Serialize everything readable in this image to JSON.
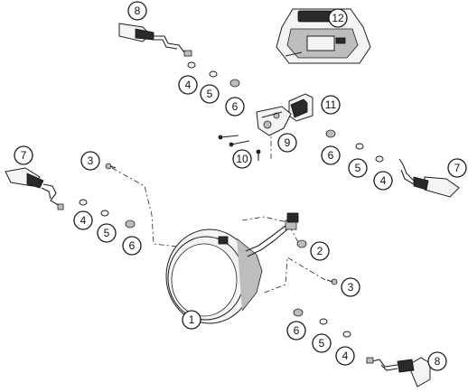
{
  "callouts": [
    {
      "id": "c1",
      "label": "1"
    },
    {
      "id": "c2",
      "label": "2"
    },
    {
      "id": "c3a",
      "label": "3"
    },
    {
      "id": "c3b",
      "label": "3"
    },
    {
      "id": "c4a",
      "label": "4"
    },
    {
      "id": "c4b",
      "label": "4"
    },
    {
      "id": "c4c",
      "label": "4"
    },
    {
      "id": "c4d",
      "label": "4"
    },
    {
      "id": "c5a",
      "label": "5"
    },
    {
      "id": "c5b",
      "label": "5"
    },
    {
      "id": "c5c",
      "label": "5"
    },
    {
      "id": "c5d",
      "label": "5"
    },
    {
      "id": "c6a",
      "label": "6"
    },
    {
      "id": "c6b",
      "label": "6"
    },
    {
      "id": "c6c",
      "label": "6"
    },
    {
      "id": "c6d",
      "label": "6"
    },
    {
      "id": "c7a",
      "label": "7"
    },
    {
      "id": "c7b",
      "label": "7"
    },
    {
      "id": "c8a",
      "label": "8"
    },
    {
      "id": "c8b",
      "label": "8"
    },
    {
      "id": "c9",
      "label": "9"
    },
    {
      "id": "c10",
      "label": "10"
    },
    {
      "id": "c11",
      "label": "11"
    },
    {
      "id": "c12",
      "label": "12"
    }
  ]
}
